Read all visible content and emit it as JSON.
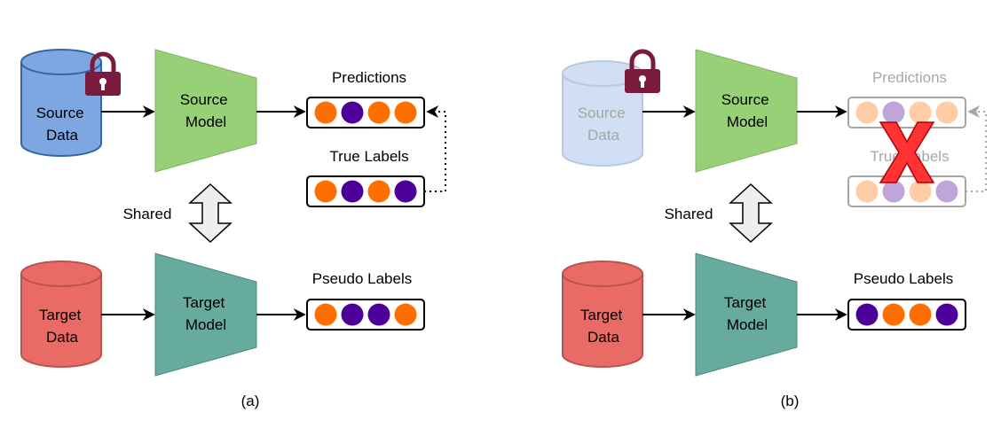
{
  "panels": [
    {
      "caption": "(a)",
      "source_data_label": [
        "Source",
        "Data"
      ],
      "source_model_label": [
        "Source",
        "Model"
      ],
      "target_data_label": [
        "Target",
        "Data"
      ],
      "target_model_label": [
        "Target",
        "Model"
      ],
      "shared_label": "Shared",
      "predictions_title": "Predictions",
      "true_labels_title": "True Labels",
      "pseudo_labels_title": "Pseudo Labels",
      "predictions": [
        "orange",
        "purple",
        "orange",
        "orange"
      ],
      "true_labels": [
        "orange",
        "purple",
        "orange",
        "purple"
      ],
      "pseudo_labels": [
        "orange",
        "purple",
        "purple",
        "orange"
      ],
      "source_faded": false
    },
    {
      "caption": "(b)",
      "source_data_label": [
        "Source",
        "Data"
      ],
      "source_model_label": [
        "Source",
        "Model"
      ],
      "target_data_label": [
        "Target",
        "Data"
      ],
      "target_model_label": [
        "Target",
        "Model"
      ],
      "shared_label": "Shared",
      "predictions_title": "Predictions",
      "true_labels_title": "True Labels",
      "pseudo_labels_title": "Pseudo Labels",
      "predictions": [
        "orange",
        "purple",
        "orange",
        "orange"
      ],
      "true_labels": [
        "orange",
        "purple",
        "orange",
        "purple"
      ],
      "pseudo_labels": [
        "purple",
        "orange",
        "orange",
        "purple"
      ],
      "source_faded": true
    }
  ],
  "colors": {
    "orange": "#FF6F00",
    "purple": "#4C0099",
    "source_data_fill": "#7EA6E0",
    "source_data_stroke": "#3465A4",
    "source_model_fill": "#97D077",
    "target_data_fill": "#EA6B66",
    "target_data_stroke": "#B85450",
    "target_model_fill": "#67AB9F",
    "lock": "#7A1A3C",
    "cross": "#FF3333",
    "cross_stroke": "#B20000"
  },
  "icons": {
    "lock": "padlock-icon",
    "cross": "cross-icon"
  }
}
